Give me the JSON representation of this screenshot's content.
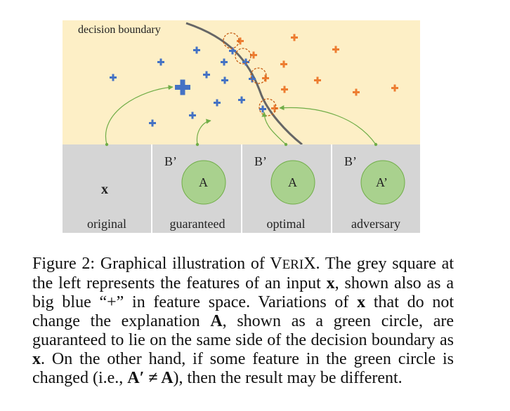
{
  "figure": {
    "boundary_label": "decision boundary",
    "panels": [
      {
        "top_label": "",
        "circle_label": "",
        "bottom_label": "original",
        "input_label": "x"
      },
      {
        "top_label": "B’",
        "circle_label": "A",
        "bottom_label": "guaranteed",
        "input_label": ""
      },
      {
        "top_label": "B’",
        "circle_label": "A",
        "bottom_label": "optimal",
        "input_label": ""
      },
      {
        "top_label": "B’",
        "circle_label": "A’",
        "bottom_label": "adversary",
        "input_label": ""
      }
    ],
    "colors": {
      "feature_space_bg": "#fdefc6",
      "panel_bg": "#d5d5d5",
      "blue_plus": "#4472c4",
      "orange_plus": "#ed7d31",
      "circle_fill": "#a9d18e",
      "circle_stroke": "#70ad47",
      "arrow": "#70ad47",
      "boundary": "#666666",
      "dashed_circle": "#c55a11"
    }
  },
  "caption": {
    "prefix": "Figure 2: Graphical illustration of ",
    "name_first": "V",
    "name_small": "ERI",
    "name_last": "X",
    "sentence1_end": ". The grey square at the left represents the features of an input ",
    "x1": "x",
    "part2": ", shown also as a big blue “+” in feature space. Variations of ",
    "x2": "x",
    "part3": " that do not change the explanation ",
    "A1": "A",
    "part4": ", shown as a green circle, are guaranteed to lie on the same side of the decision boundary as ",
    "x3": "x",
    "part5": ". On the other hand, if some feature in the green circle is changed (i.e., ",
    "math": "A′ ≠ A",
    "part6": "), then the result may be different."
  }
}
